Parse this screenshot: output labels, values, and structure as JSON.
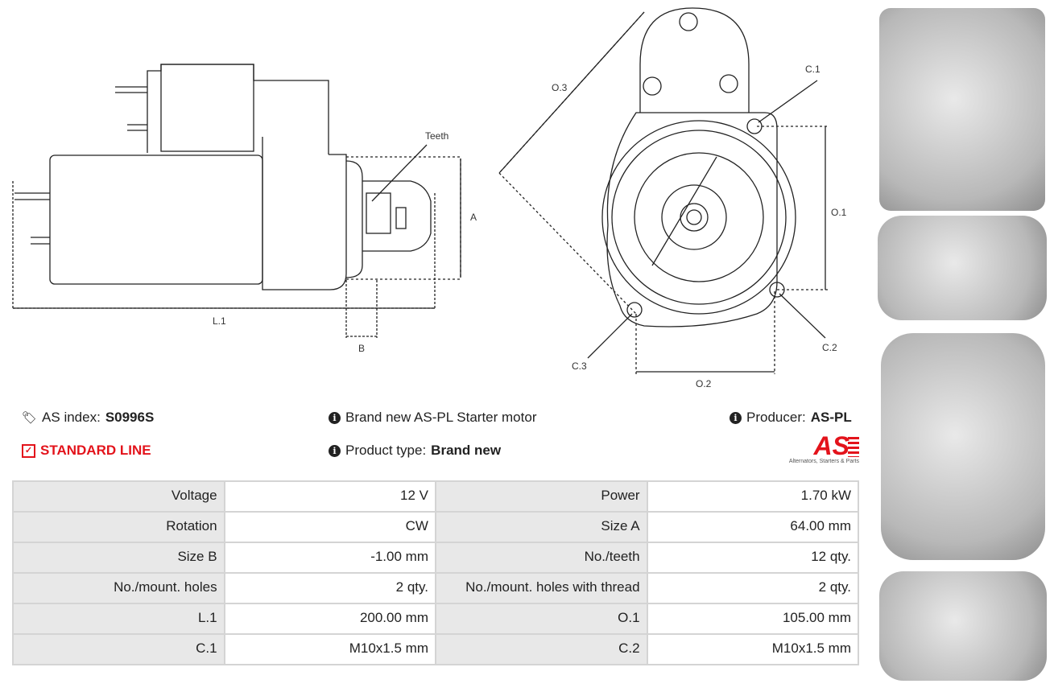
{
  "drawing_labels": {
    "teeth": "Teeth",
    "a": "A",
    "l1": "L.1",
    "b": "B",
    "o3": "O.3",
    "c1": "C.1",
    "o1": "O.1",
    "c2": "C.2",
    "c3": "C.3",
    "o2": "O.2"
  },
  "info": {
    "as_index_label": "AS index:",
    "as_index_value": "S0996S",
    "line": "STANDARD LINE",
    "description": "Brand new AS-PL Starter motor",
    "product_type_label": "Product type:",
    "product_type_value": "Brand new",
    "producer_label": "Producer:",
    "producer_value": "AS-PL",
    "logo_text": "AS",
    "logo_tagline": "Alternators, Starters & Parts"
  },
  "specs": [
    {
      "k1": "Voltage",
      "v1": "12 V",
      "k2": "Power",
      "v2": "1.70 kW"
    },
    {
      "k1": "Rotation",
      "v1": "CW",
      "k2": "Size A",
      "v2": "64.00 mm"
    },
    {
      "k1": "Size B",
      "v1": "-1.00 mm",
      "k2": "No./teeth",
      "v2": "12 qty."
    },
    {
      "k1": "No./mount. holes",
      "v1": "2 qty.",
      "k2": "No./mount. holes with thread",
      "v2": "2 qty."
    },
    {
      "k1": "L.1",
      "v1": "200.00 mm",
      "k2": "O.1",
      "v2": "105.00 mm"
    },
    {
      "k1": "C.1",
      "v1": "M10x1.5 mm",
      "k2": "C.2",
      "v2": "M10x1.5 mm"
    }
  ],
  "colors": {
    "accent": "#e3131b"
  }
}
